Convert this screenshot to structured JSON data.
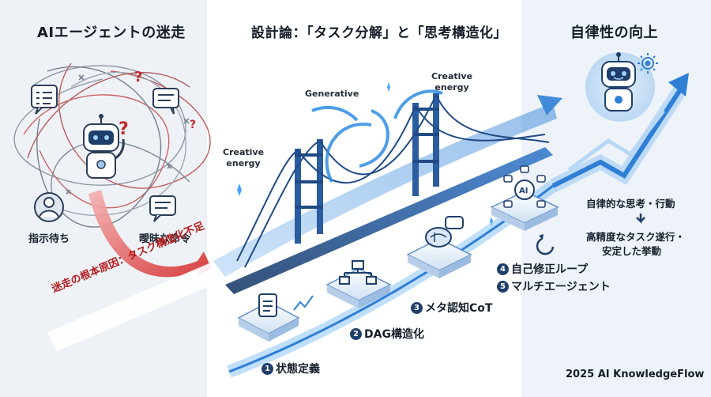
{
  "panels": {
    "left": {
      "title": "AIエージェントの迷走",
      "label_waiting": "指示待ち",
      "label_ambiguous": "曖昧な命令",
      "banner": "迷走の根本原因：タスク構造化不足"
    },
    "middle": {
      "title": "設計論：「タスク分解」と「思考構造化」",
      "label_generative": "Generative",
      "label_creative_energy_left": "Creative\nenergy",
      "label_creative_energy_top": "Creative\nenergy"
    },
    "right": {
      "title": "自律性の向上",
      "text_autonomous": "自律的な思考・行動",
      "text_precision_line1": "高精度なタスク遂行・",
      "text_precision_line2": "安定した挙動"
    }
  },
  "steps": [
    {
      "num": "1",
      "label": "状態定義"
    },
    {
      "num": "2",
      "label": "DAG構造化"
    },
    {
      "num": "3",
      "label": "メタ認知CoT"
    },
    {
      "num": "4",
      "label": "自己修正ループ"
    },
    {
      "num": "5",
      "label": "マルチエージェント"
    }
  ],
  "footer": "2025 AI KnowledgeFlow",
  "colors": {
    "accent_blue": "#2f7fd6",
    "dark_blue": "#1f3f6b",
    "alert_red": "#d42a2a",
    "tangle_gray": "#7d8793"
  }
}
